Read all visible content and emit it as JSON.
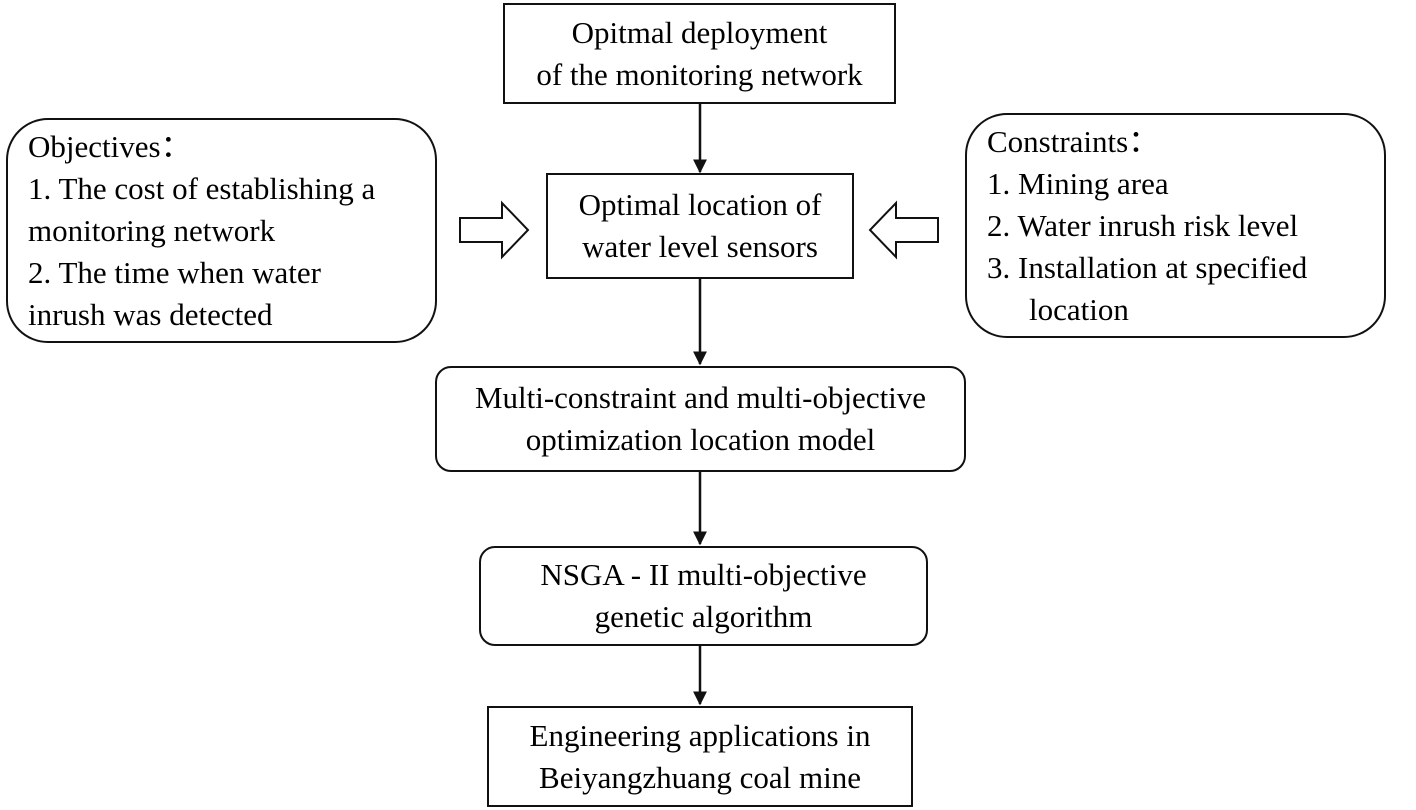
{
  "boxes": {
    "top": {
      "lines": [
        "Opitmal deployment",
        "of the monitoring network"
      ]
    },
    "objectives": {
      "title": "Objectives：",
      "lines": [
        "1. The cost of establishing a",
        "monitoring network",
        "2. The time when water",
        "inrush was detected"
      ]
    },
    "location": {
      "lines": [
        "Optimal location of",
        "water level sensors"
      ]
    },
    "constraints": {
      "title": "Constraints：",
      "lines": [
        "1. Mining area",
        "2. Water inrush risk level",
        "3. Installation at specified",
        "location"
      ]
    },
    "model": {
      "lines": [
        "Multi-constraint and multi-objective",
        "optimization location model"
      ]
    },
    "algorithm": {
      "lines": [
        "NSGA - II multi-objective",
        "genetic algorithm"
      ]
    },
    "application": {
      "lines": [
        "Engineering applications in",
        "Beiyangzhuang coal mine"
      ]
    }
  },
  "colors": {
    "stroke": "#111111",
    "background": "#ffffff",
    "text": "#000000"
  }
}
